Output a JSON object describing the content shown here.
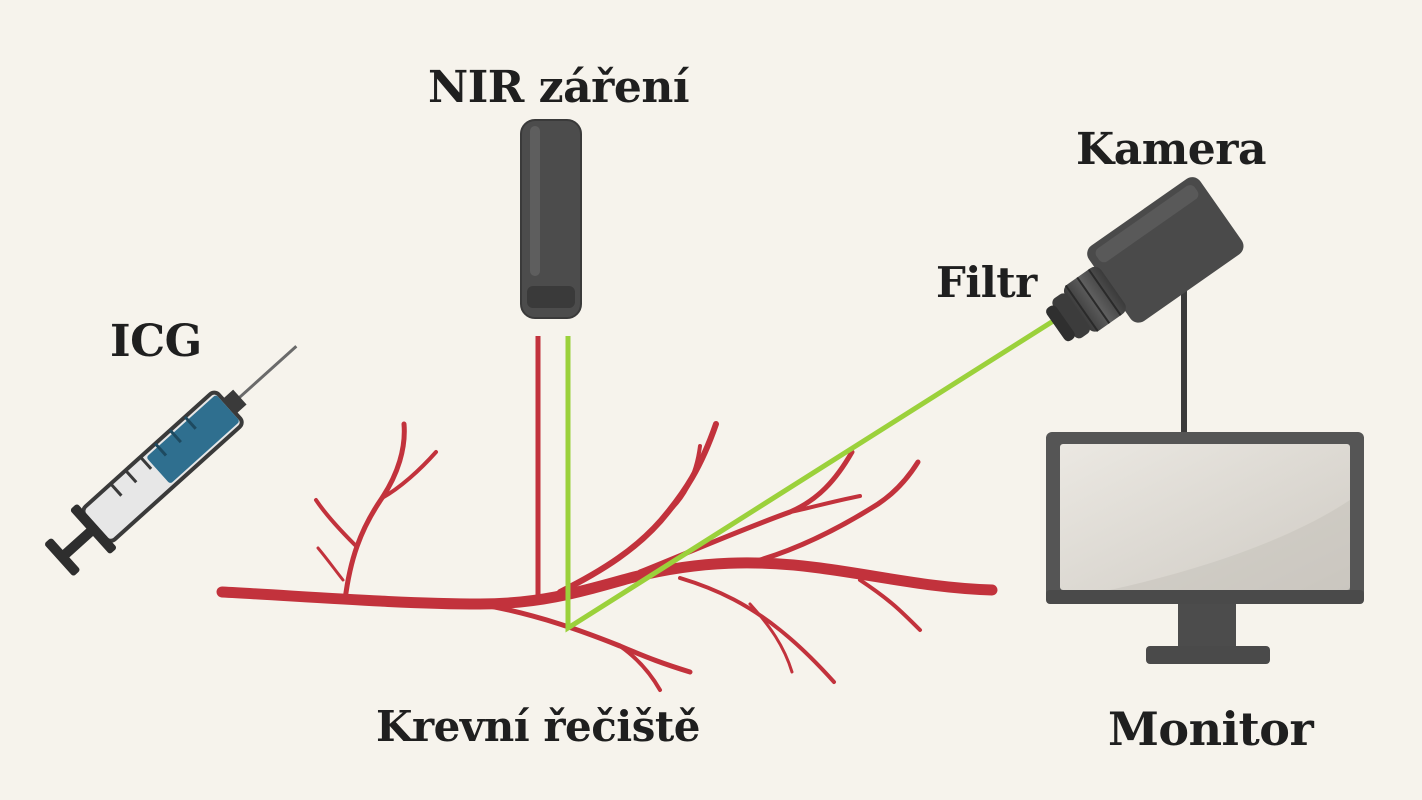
{
  "labels": {
    "nir_radiation": "NIR záření",
    "camera": "Kamera",
    "filter": "Filtr",
    "icg": "ICG",
    "blood_vessels": "Krevní řečiště",
    "monitor": "Monitor"
  },
  "colors": {
    "background": "#f6f3ec",
    "vessel": "#c2323c",
    "nir_beam": "#c2323c",
    "fluorescence_beam": "#9bd13b",
    "device_dark": "#4a4a4a",
    "syringe_fluid": "#2f6f8f",
    "text": "#1f1f1f"
  },
  "icons": {
    "syringe": "syringe-icon",
    "nir_source": "nir-light-source-icon",
    "camera": "camera-icon",
    "monitor": "monitor-icon"
  }
}
